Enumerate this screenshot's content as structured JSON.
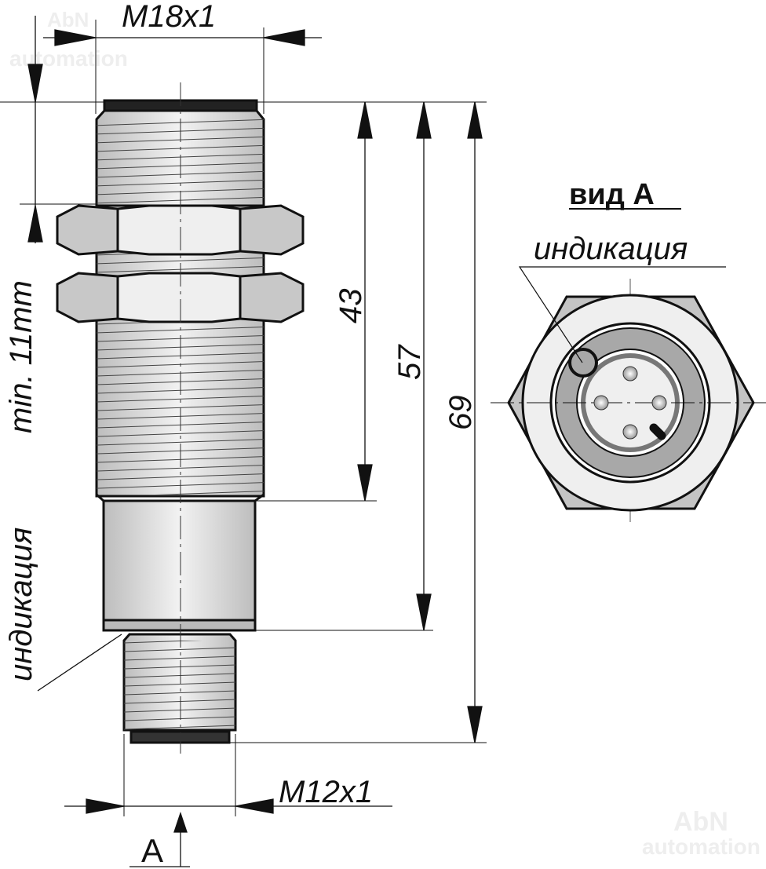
{
  "watermark": {
    "brand": "AbN",
    "sub": "automation"
  },
  "dimensions": {
    "thread_main": "M18x1",
    "thread_connector": "M12x1",
    "length_43": "43",
    "length_57": "57",
    "length_69": "69",
    "min_engagement": "min. 11mm"
  },
  "labels": {
    "indication_side": "индикация",
    "indication_view": "индикация",
    "view_title": "вид А",
    "view_arrow": "A"
  },
  "colors": {
    "metal": "#d4d4d4",
    "dark_ring": "#a8a8a8",
    "line": "#111111"
  }
}
